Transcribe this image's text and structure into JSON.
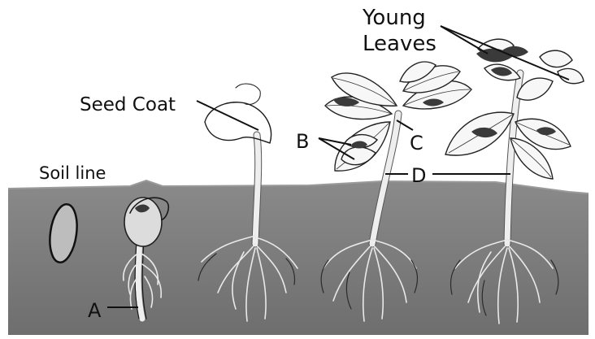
{
  "labels": {
    "young_leaves_line1": "Young",
    "young_leaves_line2": "Leaves",
    "seed_coat": "Seed Coat",
    "soil_line": "Soil line",
    "a": "A",
    "b": "B",
    "c": "C",
    "d": "D"
  },
  "colors": {
    "soil": "#7d7d7d",
    "soil_top": "#8f8f8f",
    "background": "#ffffff",
    "ink": "#1a1a1a"
  }
}
